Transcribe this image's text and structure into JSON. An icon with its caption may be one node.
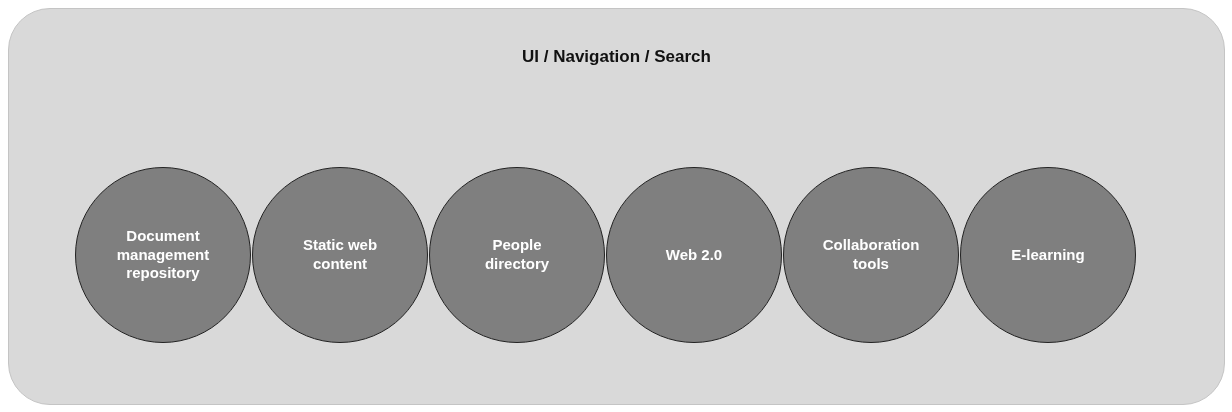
{
  "diagram": {
    "nodes": [
      {
        "text": [
          "UI / Navigation / Search"
        ]
      },
      {
        "text": [
          "Document management repository"
        ],
        "in": 0
      },
      {
        "text": [
          "Static web content"
        ],
        "in": 0
      },
      {
        "text": [
          "People directory"
        ],
        "in": 0
      },
      {
        "text": [
          "Web 2.0"
        ],
        "in": 0
      },
      {
        "text": [
          "Collaboration tools"
        ],
        "in": 0
      },
      {
        "text": [
          "E-learning"
        ],
        "in": 0
      }
    ]
  }
}
